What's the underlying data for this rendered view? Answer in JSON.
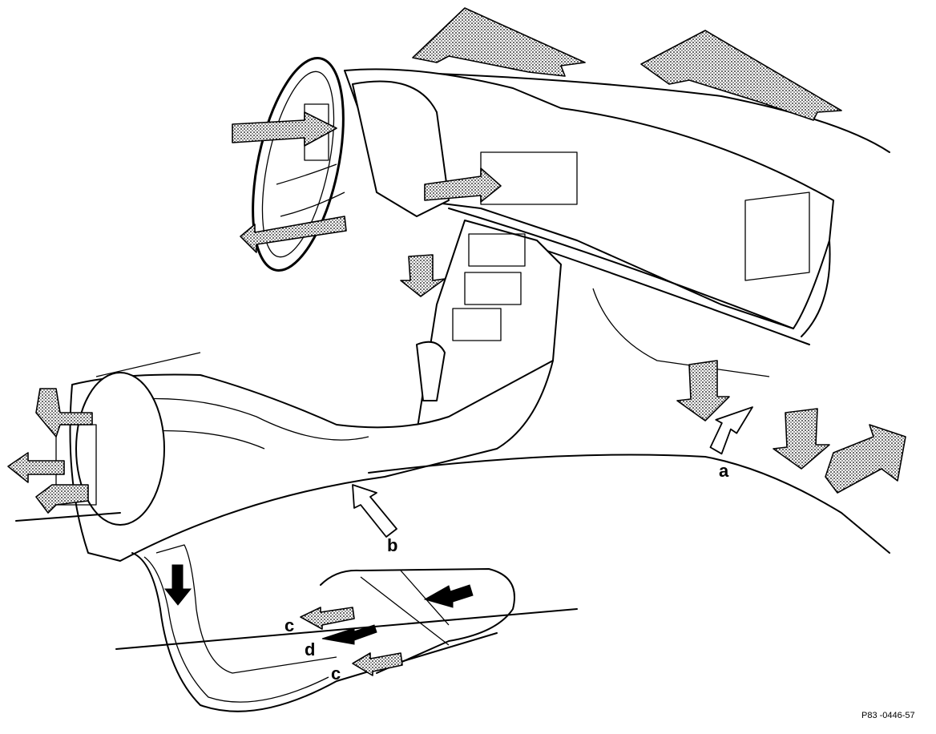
{
  "labels": {
    "a": "a",
    "b": "b",
    "c_upper": "c",
    "d": "d",
    "c_lower": "c"
  },
  "reference_code": "P83 -0446-57"
}
